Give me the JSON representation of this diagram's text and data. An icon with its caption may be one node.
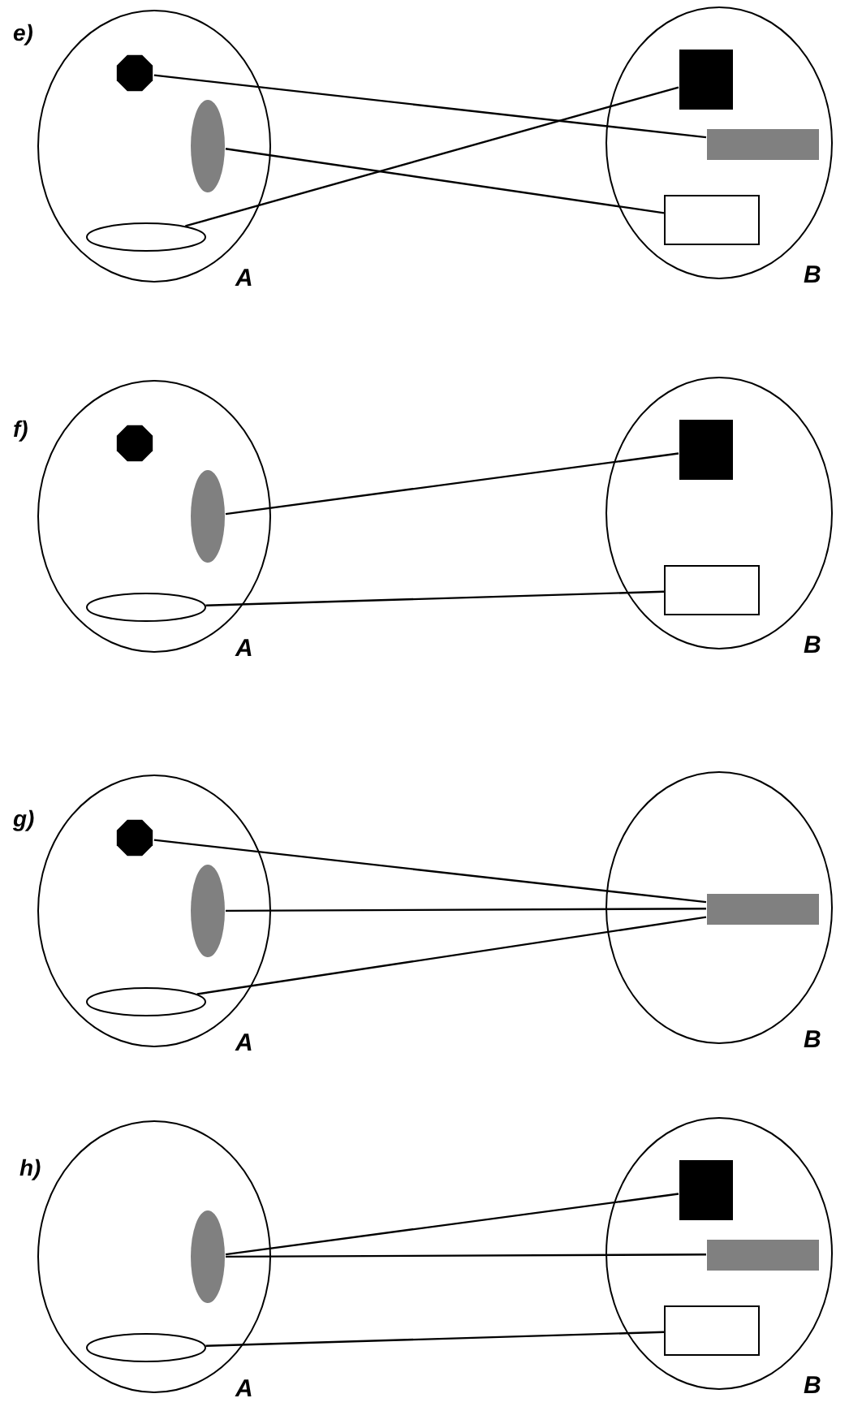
{
  "diagram": {
    "nodes": [
      {
        "text": [
          "A"
        ]
      },
      {
        "text": [],
        "shape": "octagon",
        "in": 0
      },
      {
        "text": [],
        "shape": "ellipse",
        "in": 0
      },
      {
        "text": [],
        "shape": "ellipse",
        "in": 0
      },
      {
        "text": [
          "B"
        ]
      },
      {
        "text": [],
        "shape": "box",
        "in": 4
      },
      {
        "text": [],
        "shape": "bar",
        "in": 4
      },
      {
        "text": [],
        "shape": "box",
        "in": 4
      },
      {
        "text": [
          "A"
        ]
      },
      {
        "text": [],
        "shape": "octagon",
        "in": 8
      },
      {
        "text": [],
        "shape": "ellipse",
        "in": 8
      },
      {
        "text": [],
        "shape": "ellipse",
        "in": 8
      },
      {
        "text": [
          "B"
        ]
      },
      {
        "text": [],
        "shape": "box",
        "in": 12
      },
      {
        "text": [],
        "shape": "box",
        "in": 12
      },
      {
        "text": [
          "A"
        ]
      },
      {
        "text": [],
        "shape": "octagon",
        "in": 15
      },
      {
        "text": [],
        "shape": "ellipse",
        "in": 15
      },
      {
        "text": [],
        "shape": "ellipse",
        "in": 15
      },
      {
        "text": [
          "B"
        ]
      },
      {
        "text": [],
        "shape": "bar",
        "in": 19
      },
      {
        "text": [
          "A"
        ]
      },
      {
        "text": [],
        "shape": "ellipse",
        "in": 21
      },
      {
        "text": [],
        "shape": "ellipse",
        "in": 21
      },
      {
        "text": [
          "B"
        ]
      },
      {
        "text": [],
        "shape": "box",
        "in": 24
      },
      {
        "text": [],
        "shape": "bar",
        "in": 24
      },
      {
        "text": [],
        "shape": "box",
        "in": 24
      }
    ],
    "edges": [
      {
        "from": 1,
        "to": 6,
        "arrow": "none"
      },
      {
        "from": 2,
        "to": 7,
        "arrow": "none"
      },
      {
        "from": 3,
        "to": 5,
        "arrow": "none"
      },
      {
        "from": 10,
        "to": 13,
        "arrow": "none"
      },
      {
        "from": 11,
        "to": 14,
        "arrow": "none"
      },
      {
        "from": 16,
        "to": 20,
        "arrow": "none"
      },
      {
        "from": 17,
        "to": 20,
        "arrow": "none"
      },
      {
        "from": 18,
        "to": 20,
        "arrow": "none"
      },
      {
        "from": 22,
        "to": 25,
        "arrow": "none"
      },
      {
        "from": 22,
        "to": 26,
        "arrow": "none"
      },
      {
        "from": 23,
        "to": 27,
        "arrow": "none"
      }
    ],
    "labels": [
      "e)",
      "f)",
      "g)",
      "h)"
    ]
  }
}
